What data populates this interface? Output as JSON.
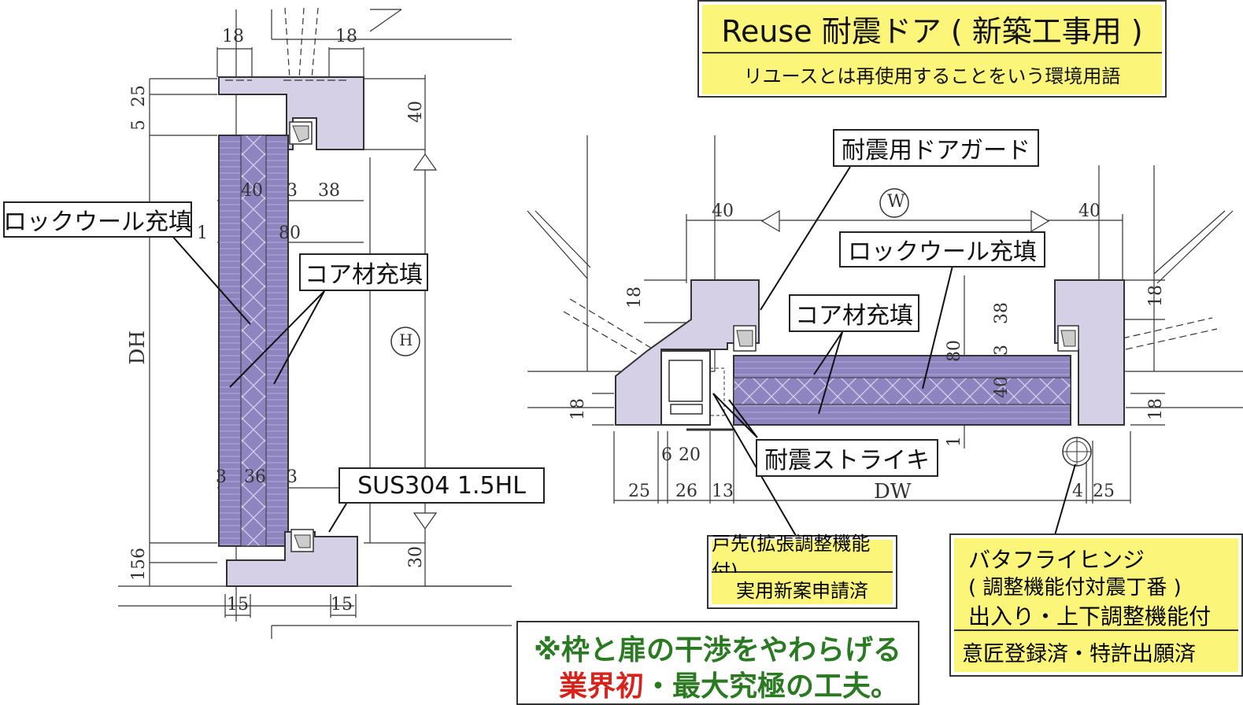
{
  "title": {
    "main": "Reuse 耐震ドア ( 新築工事用 )",
    "sub": "リユースとは再使用することをいう環境用語"
  },
  "labels": {
    "rockwool_left": "ロックウール充填",
    "core_left": "コア材充填",
    "sus": "SUS304 1.5HL",
    "door_guard": "耐震用ドアガード",
    "rockwool_right": "ロックウール充填",
    "core_right": "コア材充填",
    "striker": "耐震ストライキ",
    "tosaki_line1": "戸先(拡張調整機能付)",
    "tosaki_line2": "実用新案申請済",
    "hinge_line1": "バタフライヒンジ",
    "hinge_line2": "( 調整機能付対震丁番 )",
    "hinge_line3": "出入り・上下調整機能付",
    "hinge_line4": "意匠登録済・特許出願済",
    "note_line1": "※枠と扉の干渉をやわらげる",
    "note_line2_red": "業界初",
    "note_line2_rest": "・最大究極の工夫。"
  },
  "dimensions": {
    "top_18a": "18",
    "top_18b": "18",
    "side_5": "5",
    "side_25": "25",
    "side_40": "40",
    "in_40": "40",
    "in_3": "3",
    "in_38": "38",
    "in_1": "1",
    "in_80": "80",
    "dh": "DH",
    "h_mark": "H",
    "b_3a": "3",
    "b_36": "36",
    "b_3b": "3",
    "b_156": "156",
    "b_30": "30",
    "b_15a": "15",
    "b_15b": "15",
    "w_mark": "W",
    "r_40a": "40",
    "r_40b": "40",
    "r_18a": "18",
    "r_18b": "18",
    "r_18c": "18",
    "r_18d": "18",
    "r_38": "38",
    "r_3": "3",
    "r_80": "80",
    "r_40c": "40",
    "r_6": "6",
    "r_20": "20",
    "r_1": "1",
    "r_25a": "25",
    "r_26": "26",
    "r_13": "13",
    "dw": "DW",
    "r_4": "4",
    "r_25b": "25"
  },
  "colors": {
    "frame_fill": "#d6d0e6",
    "panel_fill": "#8d84c0",
    "label_yellow": "#fbf57a",
    "note_green": "#2a7a22",
    "note_red": "#d7231b"
  }
}
